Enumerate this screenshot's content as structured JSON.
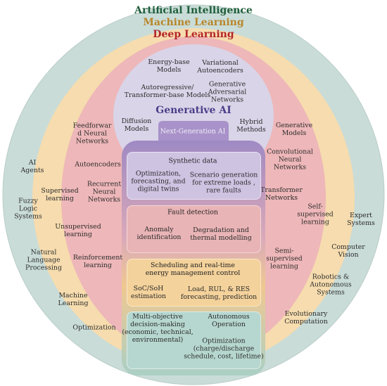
{
  "rings": {
    "artificial_intelligence": "Artificial Intelligence",
    "machine_learning": "Machine Learning",
    "deep_learning": "Deep Learning",
    "generative_ai": "Generative AI"
  },
  "colors": {
    "ai_ring": "#c9dcd8",
    "ml_ring": "#f6dcae",
    "dl_ring": "#eeb7b9",
    "gen_ring": "#d9d4e8",
    "ai_title": "#1f5e3a",
    "ml_title": "#b8862a",
    "dl_title": "#b3262c",
    "gen_title": "#4b3f8a"
  },
  "ai_items": {
    "ai_agents": "AI\nAgents",
    "fuzzy": "Fuzzy\nLogic\nSystems",
    "nlp": "Natural\nLanguage\nProcessing",
    "ml": "Machine\nLearning",
    "optimization": "Optimization",
    "expert": "Expert\nSystems",
    "vision": "Computer\nVision",
    "robotics": "Robotics &\nAutonomous\nSystems",
    "evolutionary": "Evolutionary\nComputation"
  },
  "ml_items": {
    "supervised": "Supervised\nlearning",
    "unsupervised": "Unsupervised\nlearning",
    "reinforcement": "Reinforcement\nlearning",
    "self_supervised": "Self-\nsupervised\nlearning",
    "semi_supervised": "Semi-\nsupervised\nlearning"
  },
  "dl_items": {
    "feedforward": "Feedforwar\nd Neural\nNetworks",
    "autoencoders": "Autoencoders",
    "recurrent": "Recurrent\nNeural\nNetworks",
    "generative_models": "Generative\nModels",
    "convolutional": "Convolutional\nNeural\nNetworks",
    "transformer": "Transformer\nNetworks"
  },
  "gen_items": {
    "energy": "Energy-base\nModels",
    "variational": "Variational\nAutoencoders",
    "autoregressive": "Autoregressive/\nTransformer-base Models",
    "gan": "Generative\nAdversarial\nNetworks",
    "diffusion": "Diffusion\nModels",
    "hybrid": "Hybrid\nMethods",
    "next_gen": "Next-Generation AI"
  },
  "panels": {
    "synthetic": {
      "title": "Synthetic data",
      "left": "Optimization,\nforecasting, and\ndigital twins",
      "right": "Scenario generation\nfor extreme loads ,\nrare faults"
    },
    "fault": {
      "title": "Fault detection",
      "left": "Anomaly\nidentification",
      "right": "Degradation and\nthermal  modelling"
    },
    "scheduling": {
      "title": "Scheduling and real-time\nenergy management control",
      "left": "SoC/SoH\nestimation",
      "right": "Load, RUL, & RES\nforecasting, prediction"
    },
    "multi": {
      "left": "Multi-objective\ndecision-making\n(economic, technical,\nenvironmental)",
      "right_top": "Autonomous\nOperation",
      "right_bottom": "Optimization\n(charge/discharge\nschedule, cost, lifetime)"
    }
  }
}
